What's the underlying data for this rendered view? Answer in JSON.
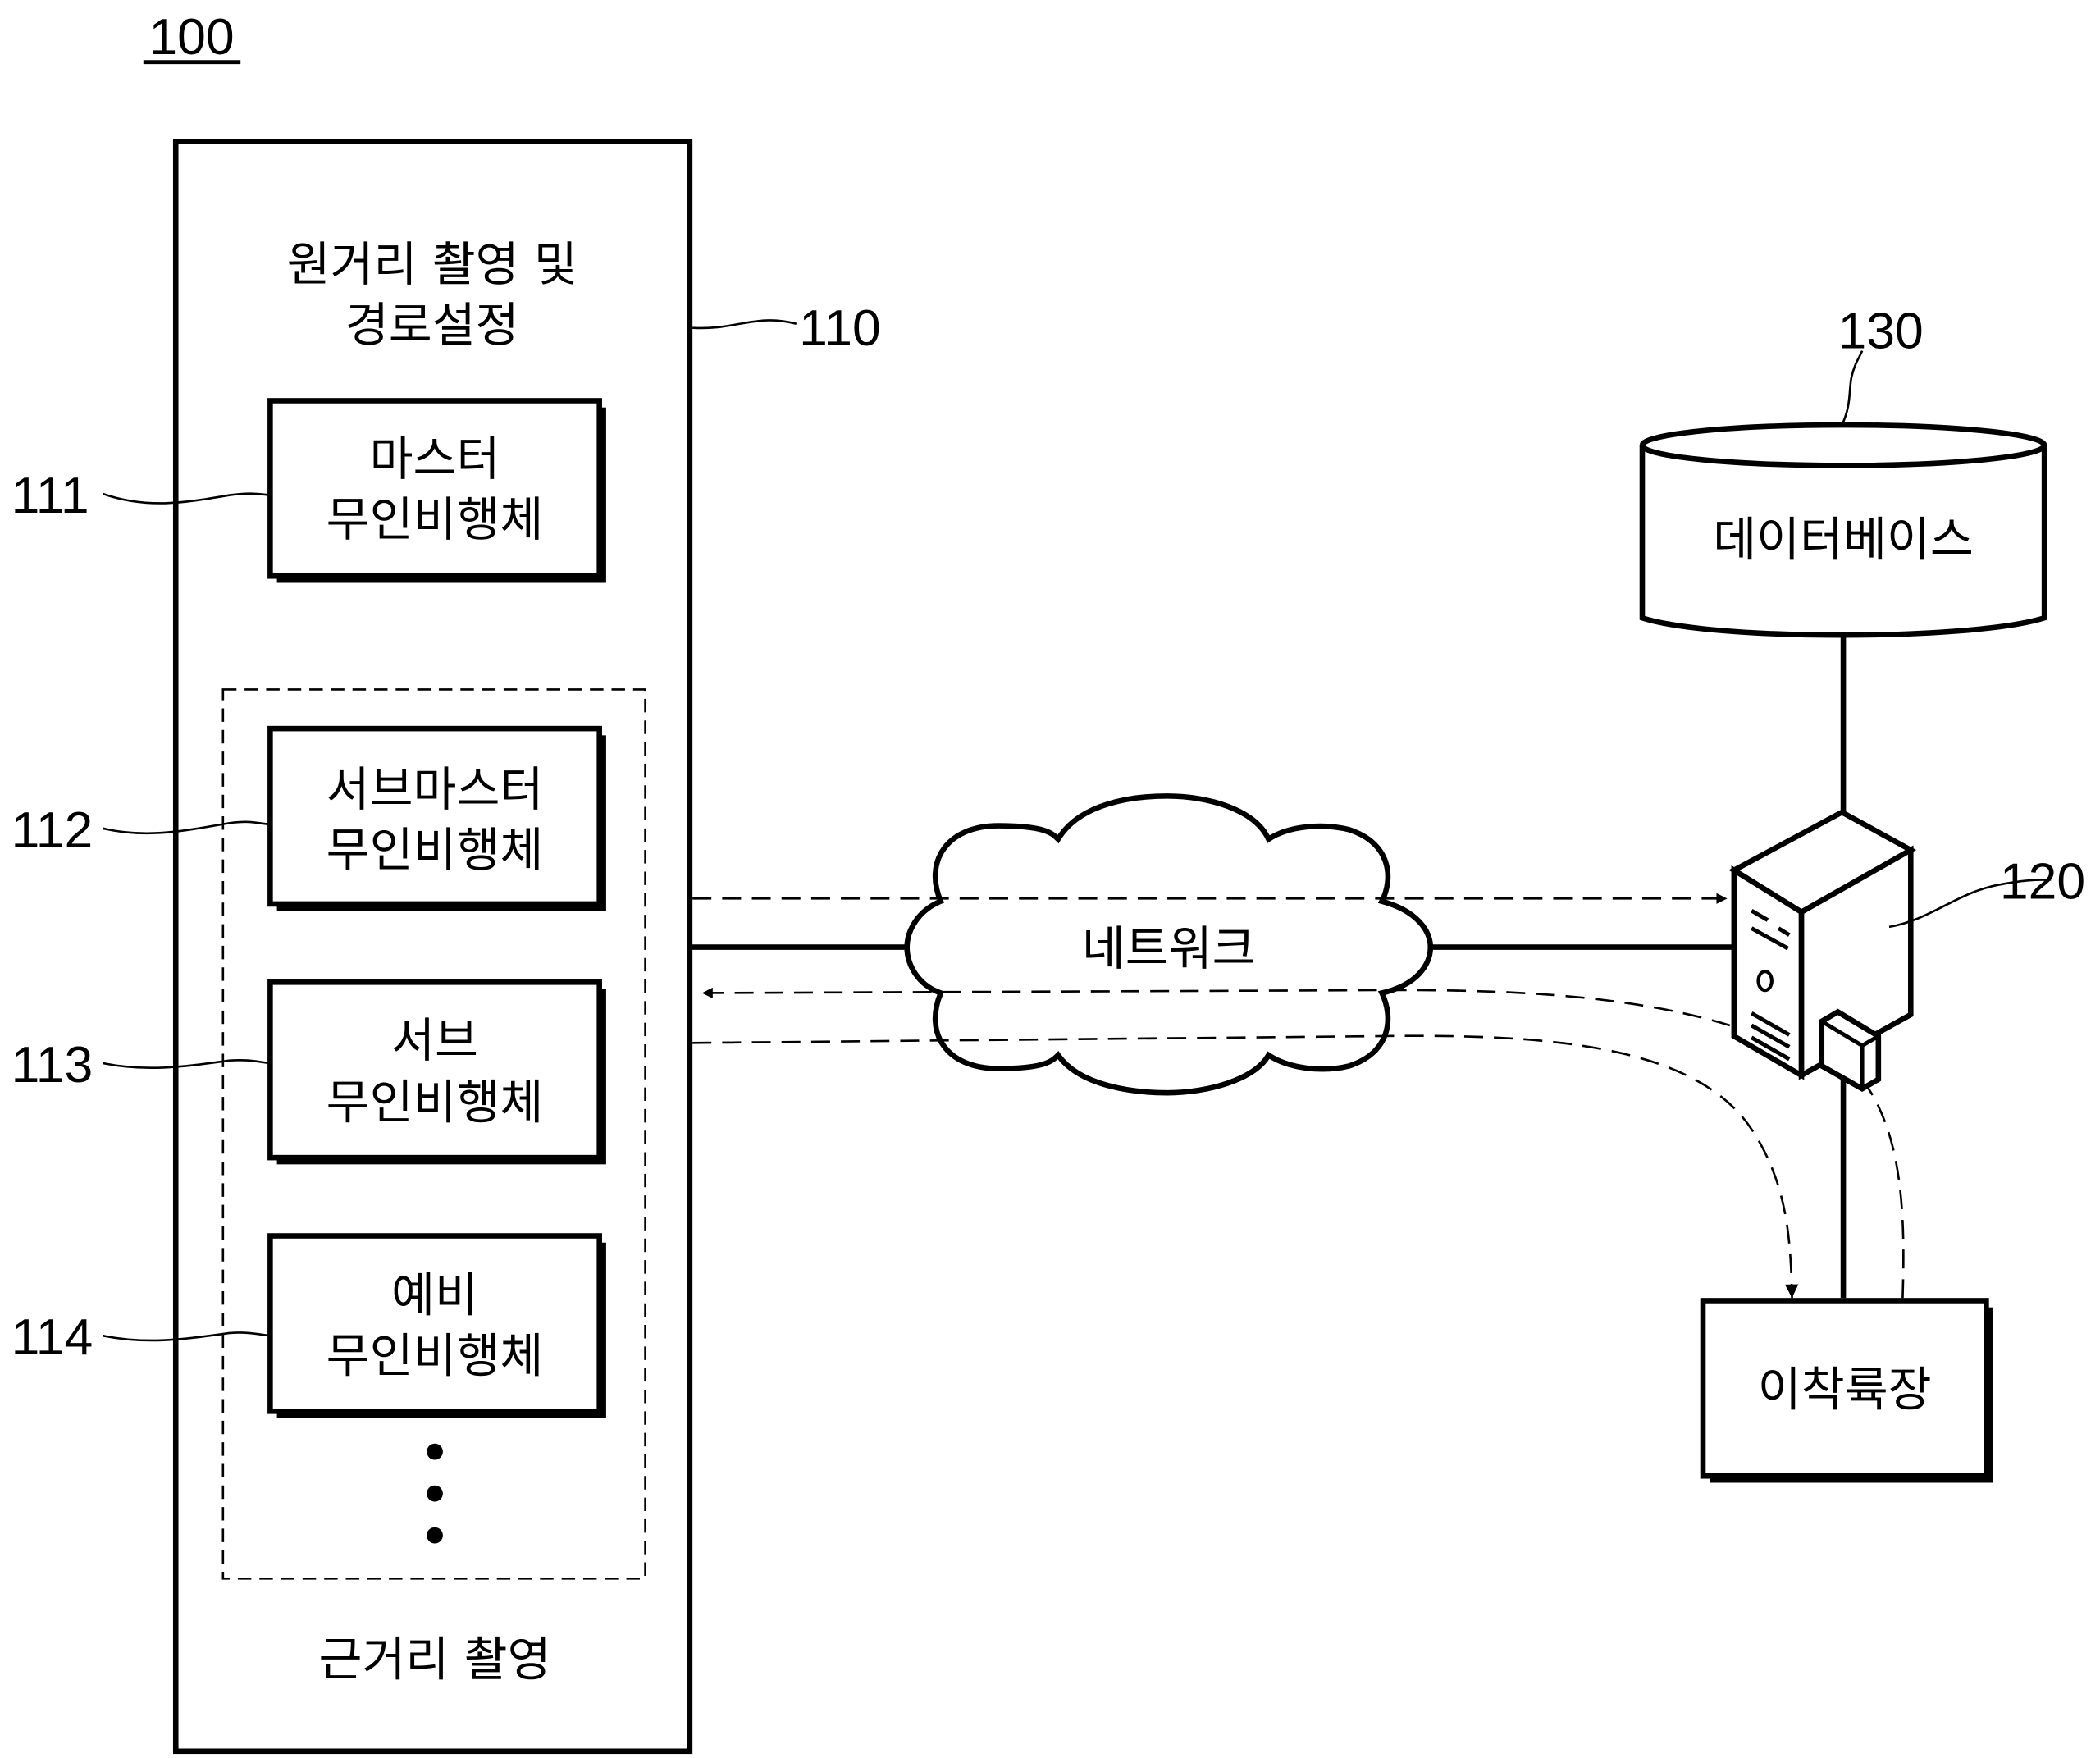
{
  "figure": {
    "ref_number": "100"
  },
  "system_block": {
    "ref": "110",
    "title_line1": "원거리 촬영 및",
    "title_line2": "경로설정",
    "footer_label": "근거리 촬영",
    "drones": [
      {
        "ref": "111",
        "line1": "마스터",
        "line2": "무인비행체"
      },
      {
        "ref": "112",
        "line1": "서브마스터",
        "line2": "무인비행체"
      },
      {
        "ref": "113",
        "line1": "서브",
        "line2": "무인비행체"
      },
      {
        "ref": "114",
        "line1": "예비",
        "line2": "무인비행체"
      }
    ],
    "more_indicator": "⋮"
  },
  "network": {
    "label": "네트워크"
  },
  "server": {
    "ref": "120"
  },
  "database": {
    "ref": "130",
    "label": "데이터베이스"
  },
  "landing_zone": {
    "label": "이착륙장"
  }
}
